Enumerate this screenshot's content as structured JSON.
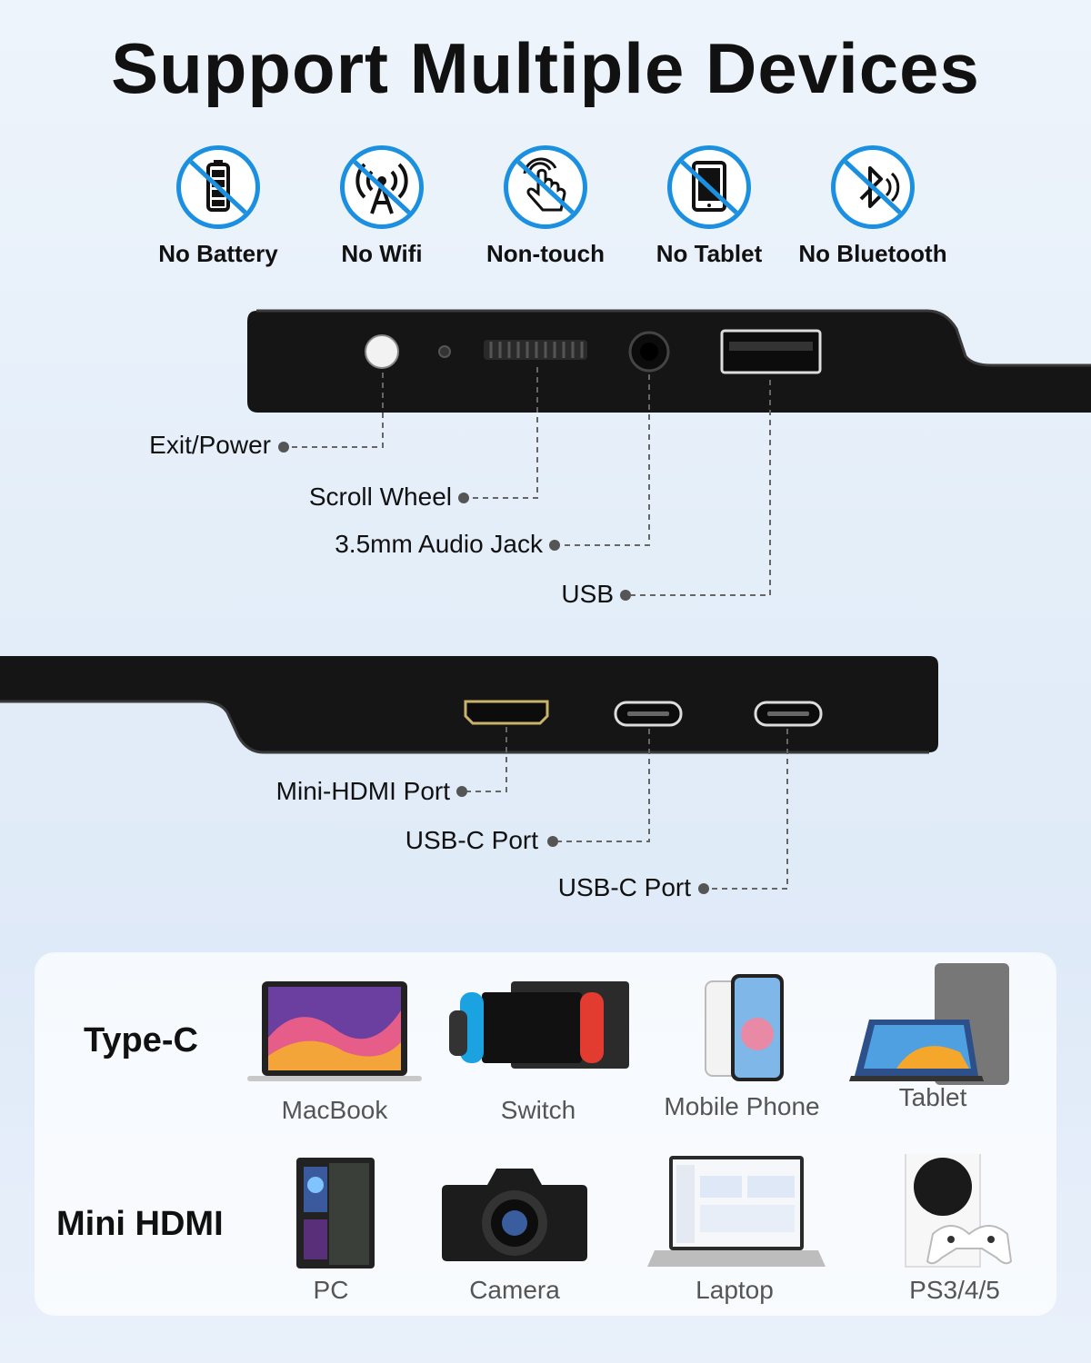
{
  "title": "Support Multiple Devices",
  "features": [
    {
      "label": "No Battery",
      "icon": "battery-icon"
    },
    {
      "label": "No Wifi",
      "icon": "wifi-antenna-icon"
    },
    {
      "label": "Non-touch",
      "icon": "touch-hand-icon"
    },
    {
      "label": "No Tablet",
      "icon": "tablet-icon"
    },
    {
      "label": "No Bluetooth",
      "icon": "bluetooth-icon"
    }
  ],
  "top_ports": [
    "Exit/Power",
    "Scroll Wheel",
    "3.5mm Audio Jack",
    "USB"
  ],
  "bottom_ports": [
    "Mini-HDMI Port",
    "USB-C Port",
    "USB-C Port"
  ],
  "compatibility": {
    "type_c": {
      "label": "Type-C",
      "devices": [
        "MacBook",
        "Switch",
        "Mobile Phone",
        "Tablet"
      ]
    },
    "mini_hdmi": {
      "label": "Mini HDMI",
      "devices": [
        "PC",
        "Camera",
        "Laptop",
        "PS3/4/5"
      ]
    }
  },
  "colors": {
    "accent": "#1b8fe0",
    "device": "#151515",
    "text": "#111111",
    "muted": "#555555"
  }
}
